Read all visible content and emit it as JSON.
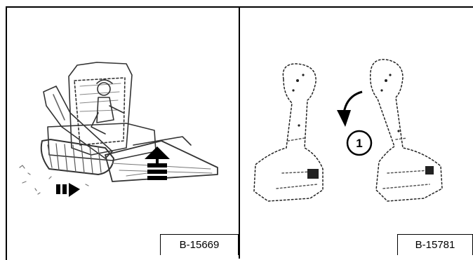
{
  "figures": [
    {
      "ref_label": "B-15669",
      "illustration": "skid-steer-loader-operator-icon"
    },
    {
      "ref_label": "B-15781",
      "callout": "1",
      "illustration": "control-joysticks-icon"
    }
  ]
}
